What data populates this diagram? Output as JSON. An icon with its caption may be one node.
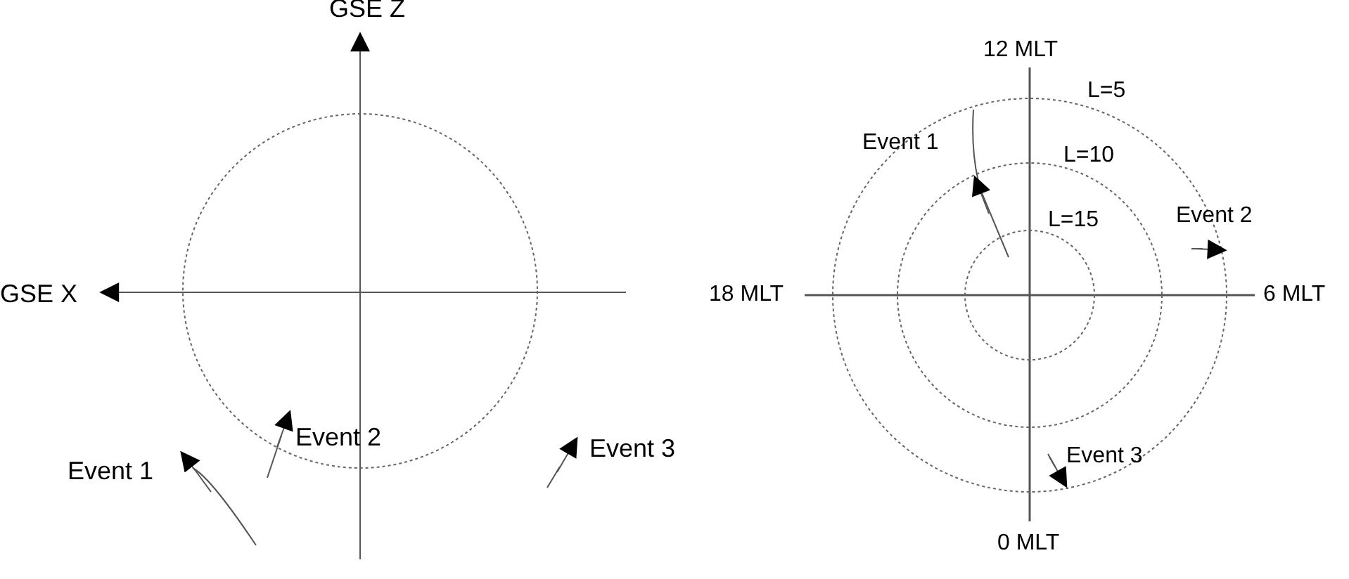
{
  "diagram": {
    "labels": [
      "GSE Z",
      "GSE X",
      "Event 2",
      "Event 1",
      "Event 3",
      "12 MLT",
      "L=5",
      "Event 1",
      "L=10",
      "L=15",
      "Event 2",
      "18 MLT",
      "6 MLT",
      "Event 3",
      "0 MLT"
    ]
  }
}
